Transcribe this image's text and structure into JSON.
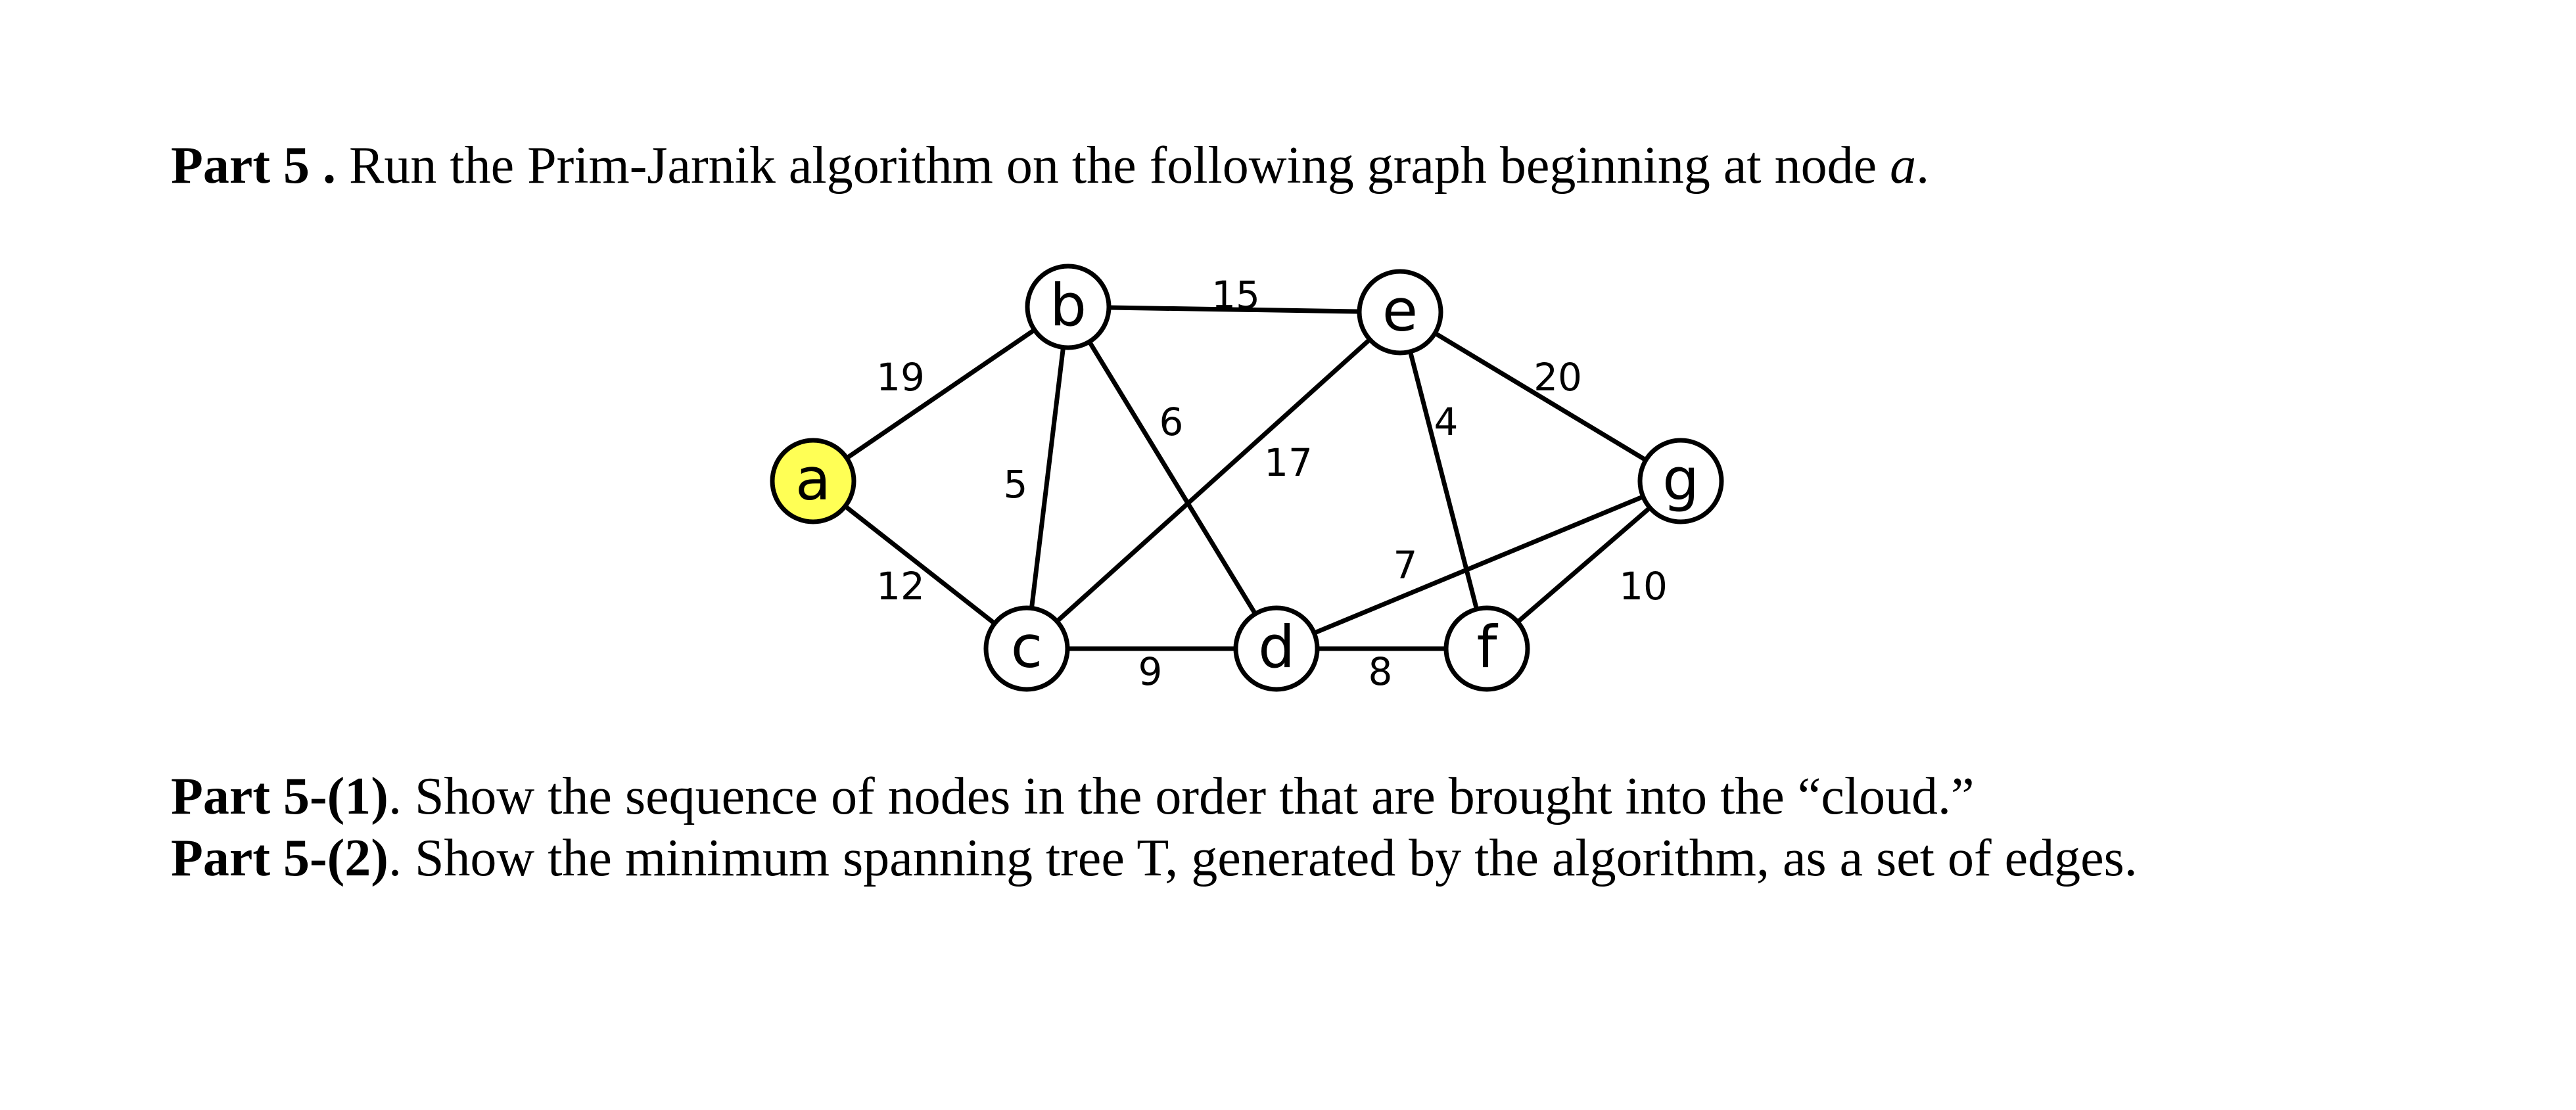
{
  "intro": {
    "label": "Part 5 .",
    "text": " Run the Prim-Jarnik algorithm on the following graph beginning at node ",
    "node": "a",
    "end": "."
  },
  "graph": {
    "start_node": "a",
    "highlight_color": "#ffff55",
    "nodes": [
      "a",
      "b",
      "c",
      "d",
      "e",
      "f",
      "g"
    ],
    "edges": [
      {
        "u": "a",
        "v": "b",
        "w": "19"
      },
      {
        "u": "a",
        "v": "c",
        "w": "12"
      },
      {
        "u": "b",
        "v": "c",
        "w": "5"
      },
      {
        "u": "b",
        "v": "e",
        "w": "15"
      },
      {
        "u": "b",
        "v": "d",
        "w": "6"
      },
      {
        "u": "c",
        "v": "e",
        "w": "17"
      },
      {
        "u": "e",
        "v": "f",
        "w": "4"
      },
      {
        "u": "e",
        "v": "g",
        "w": "20"
      },
      {
        "u": "d",
        "v": "g",
        "w": "7"
      },
      {
        "u": "f",
        "v": "g",
        "w": "10"
      },
      {
        "u": "c",
        "v": "d",
        "w": "9"
      },
      {
        "u": "d",
        "v": "f",
        "w": "8"
      }
    ]
  },
  "q1": {
    "label": "Part 5-(1)",
    "text": ". Show the sequence of nodes in the order that are brought into the “cloud.”"
  },
  "q2": {
    "label": "Part 5-(2)",
    "text": ". Show the minimum spanning tree T, generated by the algorithm, as a set of edges."
  }
}
